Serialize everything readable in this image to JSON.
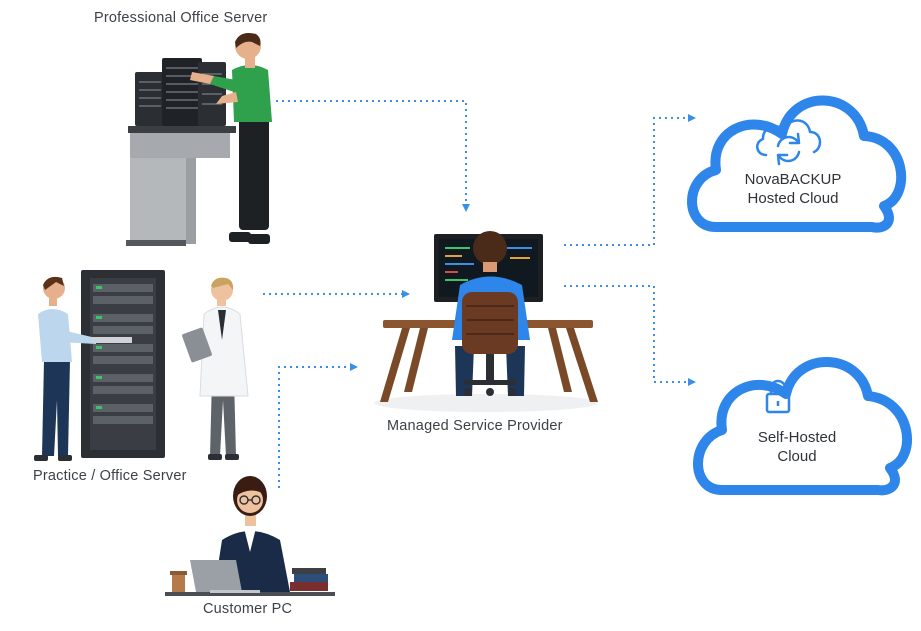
{
  "nodes": {
    "professional_office_server": "Professional Office Server",
    "practice_office_server": "Practice / Office Server",
    "customer_pc": "Customer PC",
    "managed_service_provider": "Managed Service Provider",
    "novabackup_cloud": {
      "line1": "NovaBACKUP",
      "line2": "Hosted Cloud"
    },
    "self_hosted_cloud": {
      "line1": "Self-Hosted",
      "line2": "Cloud"
    }
  },
  "colors": {
    "connector": "#3a8fe6",
    "cloud_stroke": "#2f86ea",
    "label_text": "#3d4249"
  },
  "icons": {
    "novabackup_cloud": "cloud-sync-icon",
    "self_hosted_cloud": "padlock-icon"
  }
}
